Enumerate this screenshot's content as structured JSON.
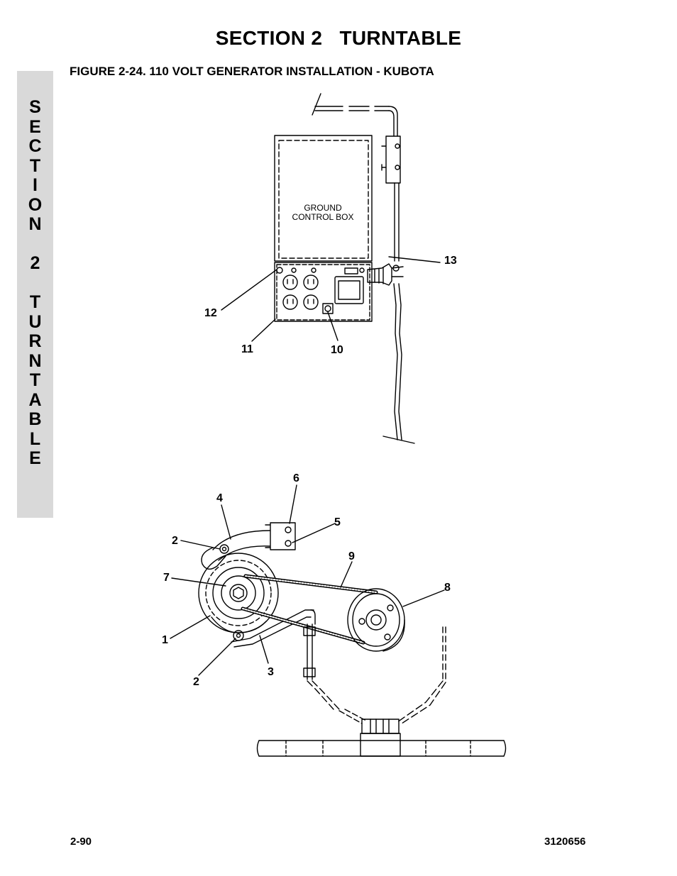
{
  "header": {
    "section_title": "SECTION 2   TURNTABLE",
    "figure_caption": "FIGURE 2-24.  110 VOLT GENERATOR INSTALLATION - KUBOTA"
  },
  "side_tab": {
    "letters": [
      "S",
      "E",
      "C",
      "T",
      "I",
      "O",
      "N",
      " ",
      "2",
      " ",
      "T",
      "U",
      "R",
      "N",
      "T",
      "A",
      "B",
      "L",
      "E"
    ]
  },
  "diagram": {
    "box_label_line1": "GROUND",
    "box_label_line2": "CONTROL BOX",
    "callouts": {
      "c1": "1",
      "c2a": "2",
      "c2b": "2",
      "c3": "3",
      "c4": "4",
      "c5": "5",
      "c6": "6",
      "c7": "7",
      "c8": "8",
      "c9": "9",
      "c10": "10",
      "c11": "11",
      "c12": "12",
      "c13": "13"
    }
  },
  "footer": {
    "page_number": "2-90",
    "doc_number": "3120656"
  }
}
